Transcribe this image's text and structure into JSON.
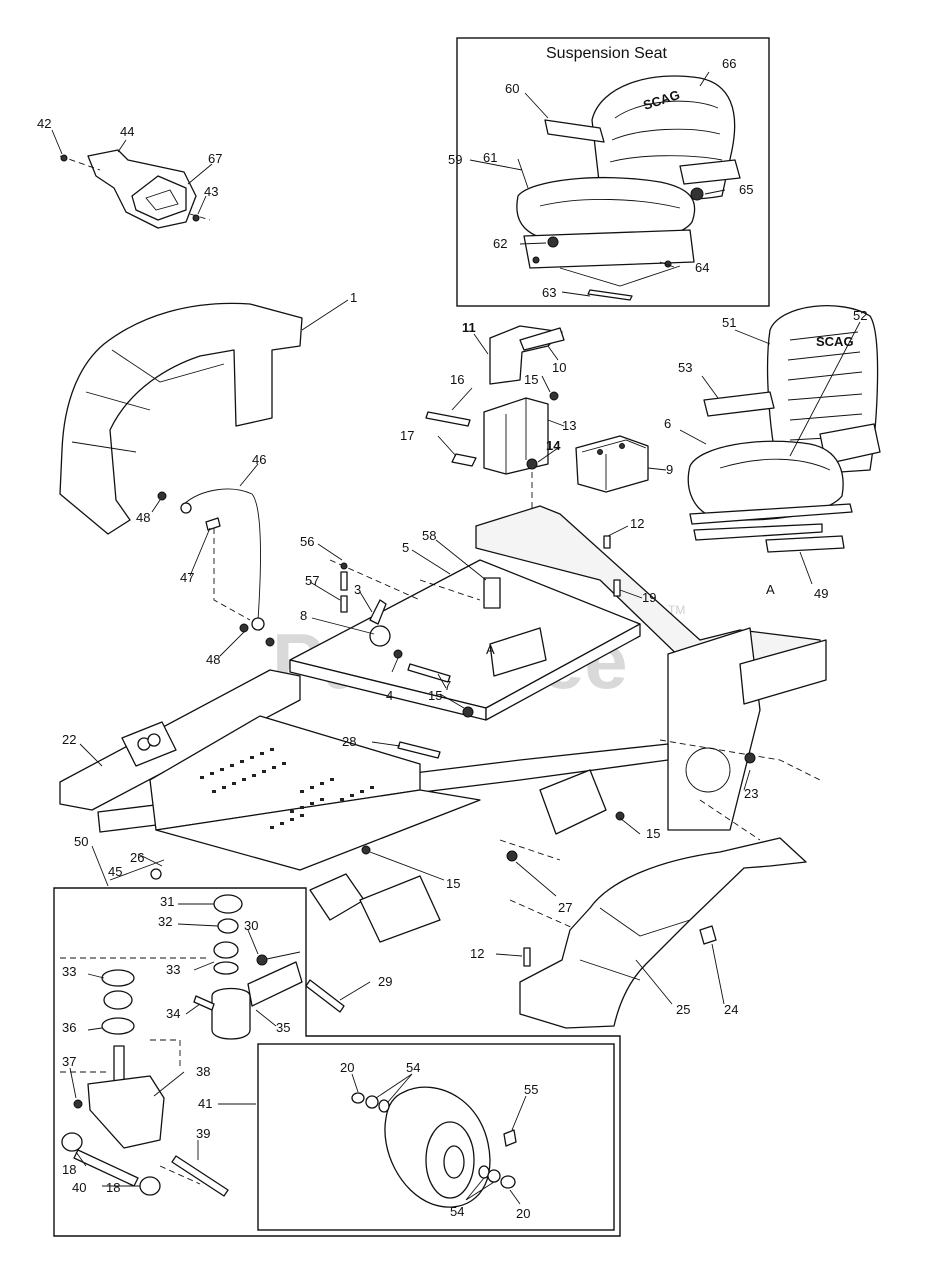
{
  "diagram": {
    "watermark": "PartsTree",
    "watermark_tm": "TM",
    "suspension_seat_title": "Suspension Seat",
    "seat_brand": "SCAG",
    "reference_a": "A",
    "callouts": {
      "c1": "1",
      "c3": "3",
      "c4": "4",
      "c5": "5",
      "c6": "6",
      "c7": "7",
      "c8": "8",
      "c9": "9",
      "c10": "10",
      "c11": "11",
      "c12a": "12",
      "c12b": "12",
      "c13": "13",
      "c14": "14",
      "c15a": "15",
      "c15b": "15",
      "c15c": "15",
      "c15d": "15",
      "c16": "16",
      "c17": "17",
      "c18a": "18",
      "c18b": "18",
      "c19": "19",
      "c20a": "20",
      "c20b": "20",
      "c22": "22",
      "c23": "23",
      "c24": "24",
      "c25": "25",
      "c26": "26",
      "c27": "27",
      "c28": "28",
      "c29": "29",
      "c30": "30",
      "c31": "31",
      "c32": "32",
      "c33a": "33",
      "c33b": "33",
      "c34": "34",
      "c35": "35",
      "c36": "36",
      "c37": "37",
      "c38": "38",
      "c39": "39",
      "c40": "40",
      "c41": "41",
      "c42": "42",
      "c43": "43",
      "c44": "44",
      "c45": "45",
      "c46": "46",
      "c47": "47",
      "c48a": "48",
      "c48b": "48",
      "c49": "49",
      "c50": "50",
      "c51": "51",
      "c52": "52",
      "c53": "53",
      "c54a": "54",
      "c54b": "54",
      "c55": "55",
      "c56": "56",
      "c57": "57",
      "c58": "58",
      "c59": "59",
      "c60": "60",
      "c61": "61",
      "c62": "62",
      "c63": "63",
      "c64": "64",
      "c65": "65",
      "c66": "66",
      "c67": "67"
    }
  }
}
